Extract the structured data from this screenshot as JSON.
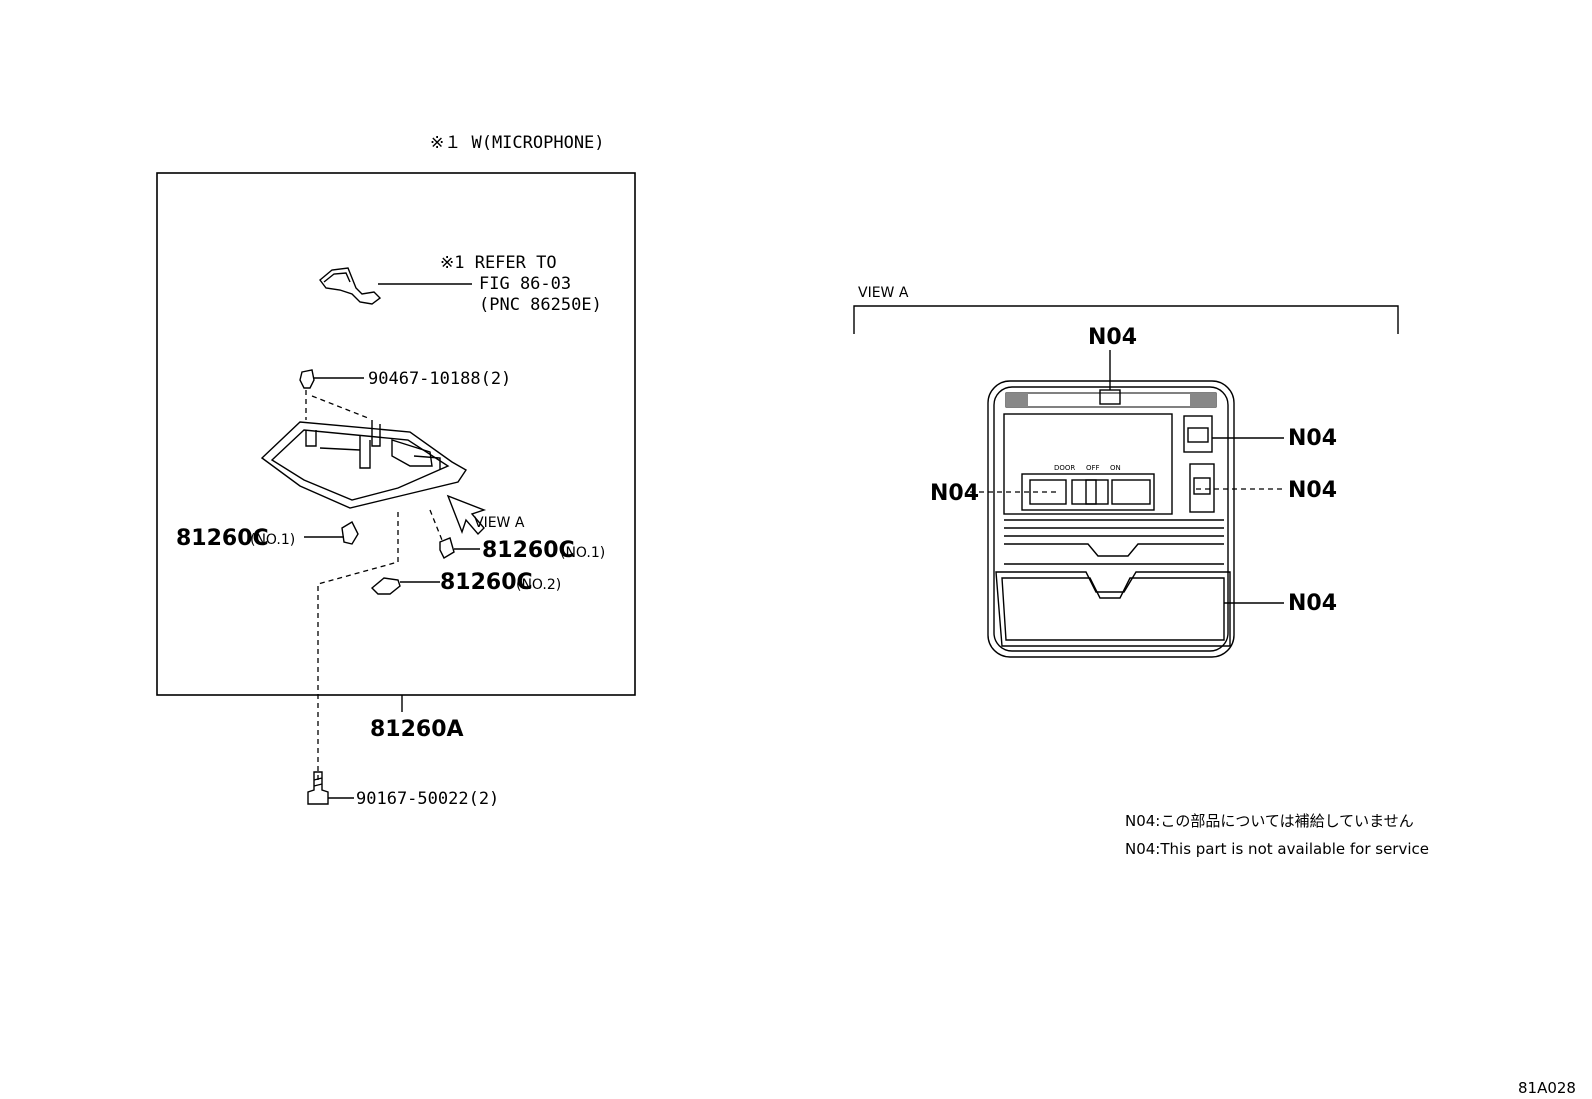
{
  "header": {
    "variant_note": "※１ W(MICROPHONE)"
  },
  "left_box": {
    "refer_line1": "※1 REFER TO",
    "refer_line2": "FIG 86-03",
    "refer_line3": "(PNC 86250E)",
    "screw_top": "90467-10188(2)",
    "bulb_left_part": "81260C",
    "bulb_left_sub": "(NO.1)",
    "view_a_arrow": "VIEW A",
    "bulb_right_part": "81260C",
    "bulb_right_sub": "(NO.1)",
    "bulb_no2_part": "81260C",
    "bulb_no2_sub": "(NO.2)",
    "assembly": "81260A",
    "screw_bottom": "90167-50022(2)"
  },
  "view_a": {
    "title": "VIEW A",
    "callout_top": "N04",
    "callout_left": "N04",
    "callout_right_1": "N04",
    "callout_right_2": "N04",
    "callout_right_3": "N04",
    "switch_door": "DOOR",
    "switch_off": "OFF",
    "switch_on": "ON"
  },
  "notes": {
    "jp": "N04:この部品については補給していません",
    "en": "N04:This part is not available for service"
  },
  "figure_id": "81A028"
}
